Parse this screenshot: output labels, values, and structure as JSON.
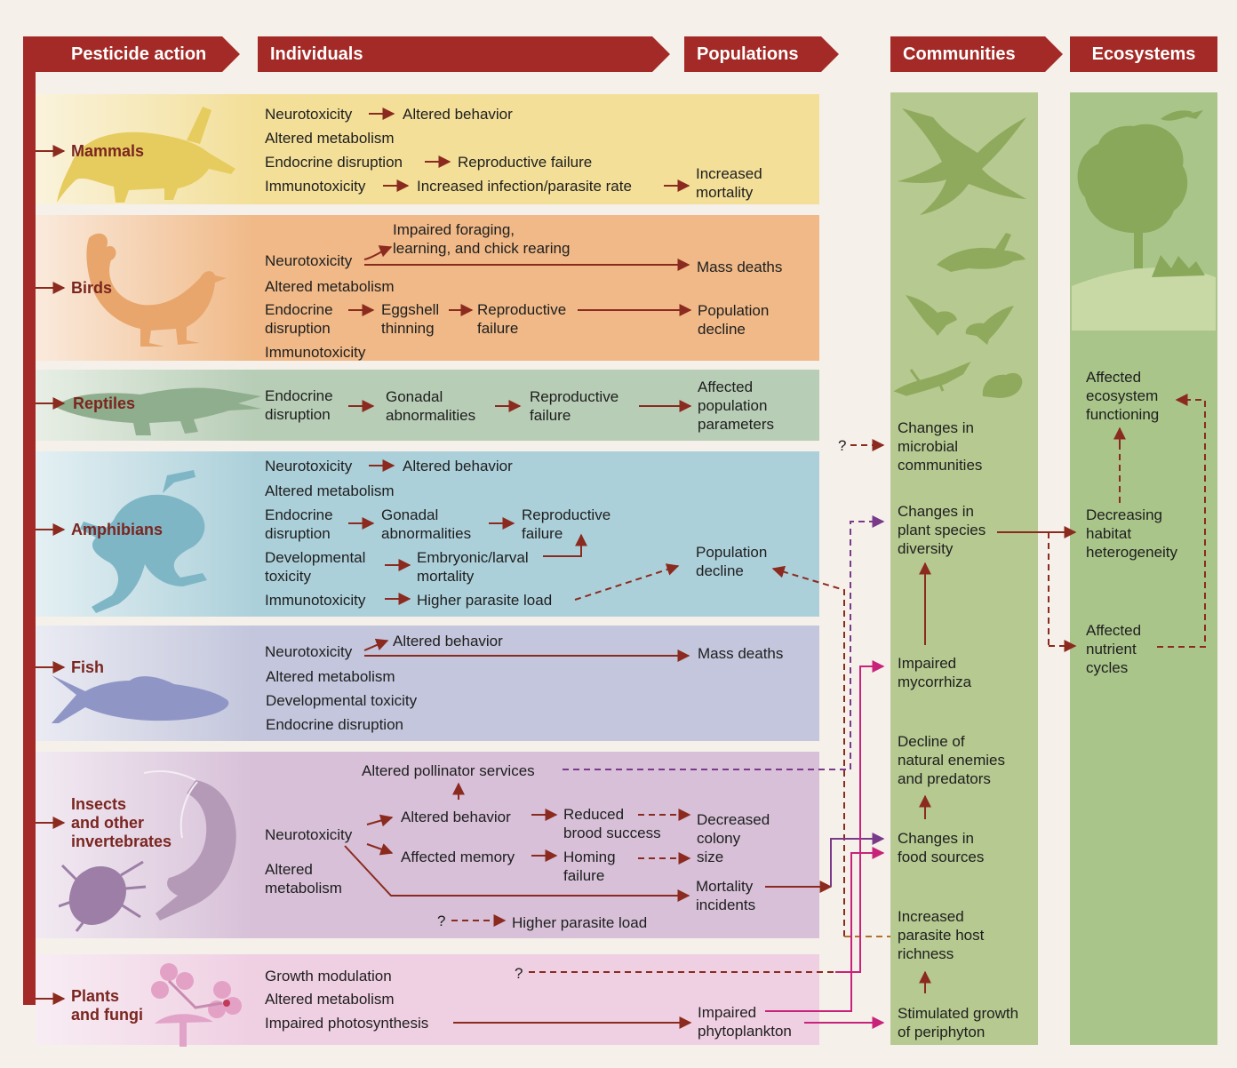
{
  "headers": {
    "pesticide_action": "Pesticide action",
    "individuals": "Individuals",
    "populations": "Populations",
    "communities": "Communities",
    "ecosystems": "Ecosystems"
  },
  "groups": {
    "mammals": "Mammals",
    "birds": "Birds",
    "reptiles": "Reptiles",
    "amphibians": "Amphibians",
    "fish": "Fish",
    "insects": [
      "Insects",
      "and other",
      "invertebrates"
    ],
    "plants": [
      "Plants",
      "and fungi"
    ]
  },
  "mammals": {
    "neurotoxicity": "Neurotoxicity",
    "altered_behavior": "Altered behavior",
    "altered_metabolism": "Altered metabolism",
    "endocrine_disruption": "Endocrine disruption",
    "reproductive_failure": "Reproductive failure",
    "immunotoxicity": "Immunotoxicity",
    "infection": "Increased infection/parasite rate",
    "mortality": [
      "Increased",
      "mortality"
    ]
  },
  "birds": {
    "foraging": [
      "Impaired foraging,",
      "learning, and chick rearing"
    ],
    "neurotoxicity": "Neurotoxicity",
    "mass_deaths": "Mass deaths",
    "altered_metabolism": "Altered metabolism",
    "endocrine": [
      "Endocrine",
      "disruption"
    ],
    "eggshell": [
      "Eggshell",
      "thinning"
    ],
    "reproductive": [
      "Reproductive",
      "failure"
    ],
    "population_decline": [
      "Population",
      "decline"
    ],
    "immunotoxicity": "Immunotoxicity"
  },
  "reptiles": {
    "endocrine": [
      "Endocrine",
      "disruption"
    ],
    "gonadal": [
      "Gonadal",
      "abnormalities"
    ],
    "reproductive": [
      "Reproductive",
      "failure"
    ],
    "affected": [
      "Affected",
      "population",
      "parameters"
    ]
  },
  "amphibians": {
    "neurotoxicity": "Neurotoxicity",
    "altered_behavior": "Altered behavior",
    "altered_metabolism": "Altered metabolism",
    "endocrine": [
      "Endocrine",
      "disruption"
    ],
    "gonadal": [
      "Gonadal",
      "abnormalities"
    ],
    "reproductive": [
      "Reproductive",
      "failure"
    ],
    "developmental": [
      "Developmental",
      "toxicity"
    ],
    "embryonic": [
      "Embryonic/larval",
      "mortality"
    ],
    "immunotoxicity": "Immunotoxicity",
    "parasite": "Higher parasite load",
    "population_decline": [
      "Population",
      "decline"
    ]
  },
  "fish": {
    "altered_behavior": "Altered behavior",
    "neurotoxicity": "Neurotoxicity",
    "mass_deaths": "Mass deaths",
    "altered_metabolism": "Altered metabolism",
    "developmental": "Developmental toxicity",
    "endocrine": "Endocrine disruption"
  },
  "insects": {
    "pollinator": "Altered pollinator services",
    "altered_behavior": "Altered behavior",
    "reduced_brood": [
      "Reduced",
      "brood success"
    ],
    "decreased_colony": [
      "Decreased",
      "colony",
      "size"
    ],
    "neurotoxicity": "Neurotoxicity",
    "affected_memory": "Affected memory",
    "homing": [
      "Homing",
      "failure"
    ],
    "altered_metabolism": [
      "Altered",
      "metabolism"
    ],
    "mortality": [
      "Mortality",
      "incidents"
    ],
    "question": "?",
    "parasite": "Higher parasite load"
  },
  "plants": {
    "growth": "Growth modulation",
    "altered_metabolism": "Altered metabolism",
    "photosynthesis": "Impaired photosynthesis",
    "question": "?",
    "phytoplankton": [
      "Impaired",
      "phytoplankton"
    ]
  },
  "communities": {
    "question": "?",
    "microbial": [
      "Changes in",
      "microbial",
      "communities"
    ],
    "plant_diversity": [
      "Changes in",
      "plant species",
      "diversity"
    ],
    "mycorrhiza": [
      "Impaired",
      "mycorrhiza"
    ],
    "natural_enemies": [
      "Decline of",
      "natural enemies",
      "and predators"
    ],
    "food_sources": [
      "Changes in",
      "food sources"
    ],
    "parasite_host": [
      "Increased",
      "parasite host",
      "richness"
    ],
    "periphyton": [
      "Stimulated growth",
      "of periphyton"
    ]
  },
  "ecosystems": {
    "functioning": [
      "Affected",
      "ecosystem",
      "functioning"
    ],
    "habitat": [
      "Decreasing",
      "habitat",
      "heterogeneity"
    ],
    "nutrient": [
      "Affected",
      "nutrient",
      "cycles"
    ]
  },
  "colors": {
    "header": "#a32a26",
    "arrow": "#8b2a1f",
    "pink_arrow": "#c8237a",
    "purple_arrow": "#7a3a8a",
    "mammals_band": "#f3df98",
    "birds_band": "#f0b987",
    "reptiles_band": "#b7cdb6",
    "amphibians_band": "#acd0da",
    "fish_band": "#c3c6dc",
    "insects_band": "#d7c0d8",
    "plants_band": "#efcfe2",
    "community_column": "#b6c990",
    "ecosystem_column": "#a9c58a"
  },
  "icons": [
    "aardvark-icon",
    "chicken-icon",
    "crocodile-icon",
    "frog-icon",
    "fish-icon",
    "shrimp-icon",
    "beetle-icon",
    "flower-icon",
    "mushroom-icon",
    "eagle-icon",
    "hare-icon",
    "songbird-icon",
    "lizard-icon",
    "rodent-icon",
    "forest-icon"
  ]
}
